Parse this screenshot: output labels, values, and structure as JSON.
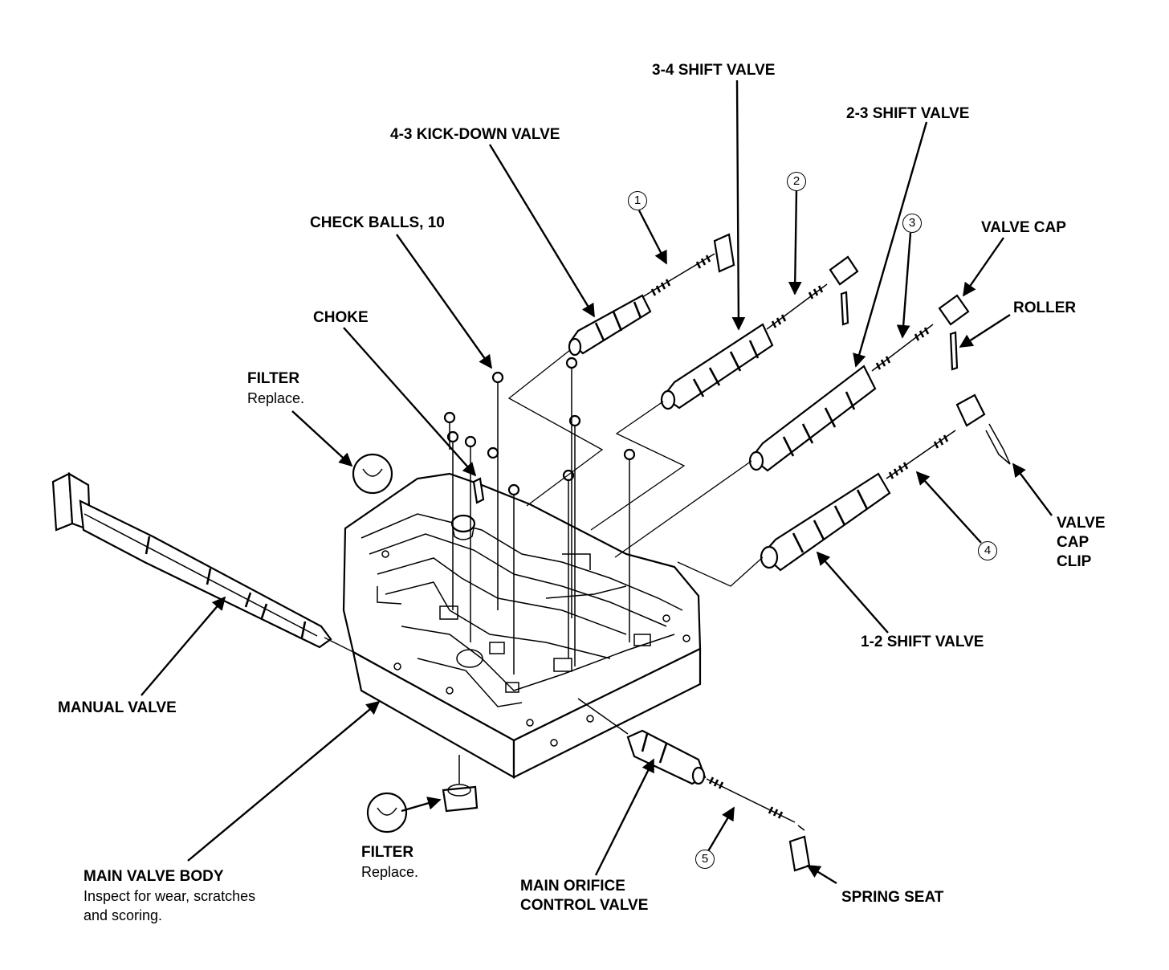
{
  "labels": {
    "shift_34": "3-4 SHIFT VALVE",
    "shift_23": "2-3 SHIFT VALVE",
    "kickdown_43": "4-3 KICK-DOWN VALVE",
    "check_balls": "CHECK BALLS, 10",
    "valve_cap": "VALVE CAP",
    "roller": "ROLLER",
    "choke": "CHOKE",
    "filter_top": "FILTER",
    "filter_top_note": "Replace.",
    "valve_cap_clip_1": "VALVE",
    "valve_cap_clip_2": "CAP",
    "valve_cap_clip_3": "CLIP",
    "shift_12": "1-2 SHIFT VALVE",
    "manual_valve": "MANUAL VALVE",
    "main_valve_body": "MAIN VALVE BODY",
    "main_valve_body_note_1": "Inspect for wear, scratches",
    "main_valve_body_note_2": "and scoring.",
    "filter_bottom": "FILTER",
    "filter_bottom_note": "Replace.",
    "main_orifice_1": "MAIN ORIFICE",
    "main_orifice_2": "CONTROL VALVE",
    "spring_seat": "SPRING SEAT"
  },
  "callouts": [
    "1",
    "2",
    "3",
    "4",
    "5"
  ]
}
